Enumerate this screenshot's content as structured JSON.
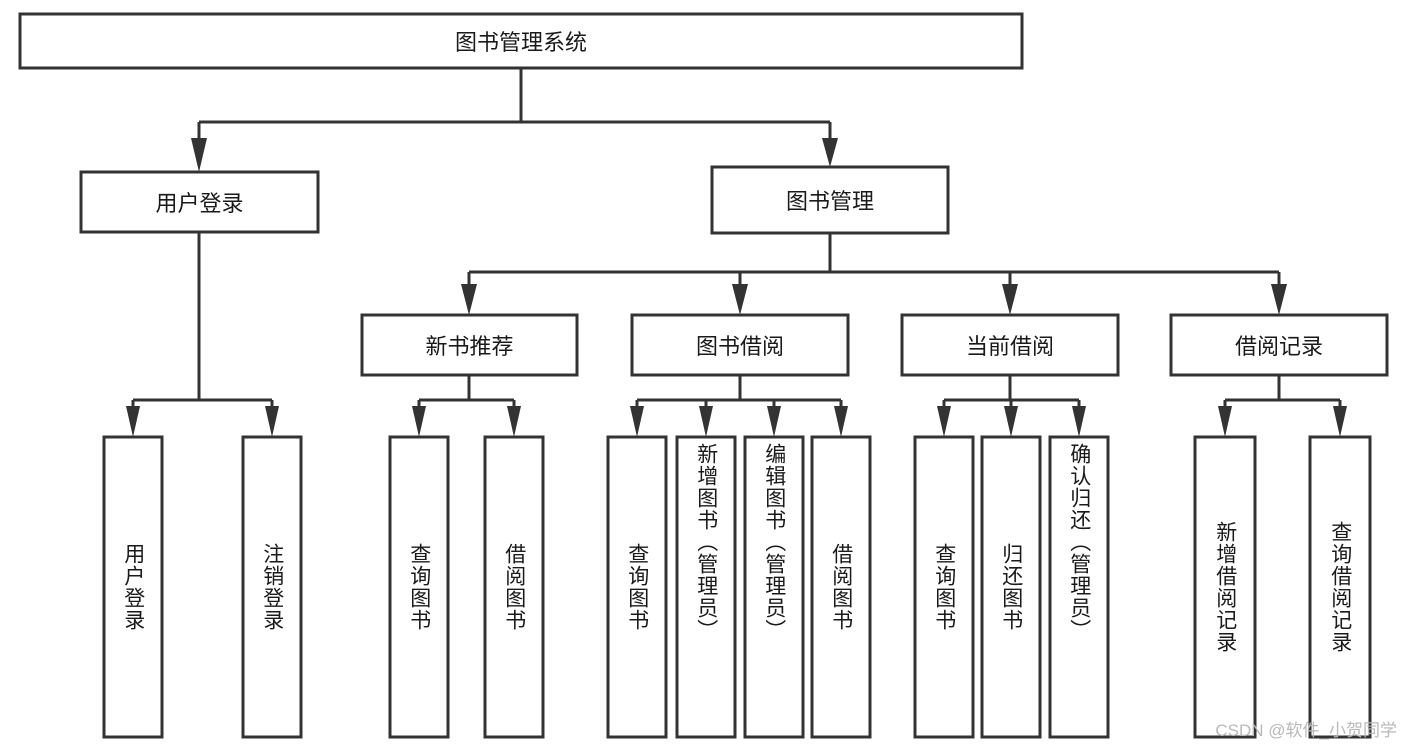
{
  "diagram": {
    "type": "tree-hierarchy",
    "title": "图书管理系统",
    "orientation": "top-down",
    "root": {
      "id": "root",
      "label": "图书管理系统"
    },
    "level1": [
      {
        "id": "user-login",
        "label": "用户登录"
      },
      {
        "id": "book-manage",
        "label": "图书管理"
      }
    ],
    "level2": [
      {
        "id": "new-book-rec",
        "label": "新书推荐",
        "parent": "book-manage"
      },
      {
        "id": "book-borrow",
        "label": "图书借阅",
        "parent": "book-manage"
      },
      {
        "id": "current-borrow",
        "label": "当前借阅",
        "parent": "book-manage"
      },
      {
        "id": "borrow-record",
        "label": "借阅记录",
        "parent": "book-manage"
      }
    ],
    "leaves": [
      {
        "id": "leaf-user-login",
        "label": "用户登录",
        "parent": "user-login"
      },
      {
        "id": "leaf-logout",
        "label": "注销登录",
        "parent": "user-login"
      },
      {
        "id": "leaf-query-book-1",
        "label": "查询图书",
        "parent": "new-book-rec"
      },
      {
        "id": "leaf-borrow-book-1",
        "label": "借阅图书",
        "parent": "new-book-rec"
      },
      {
        "id": "leaf-query-book-2",
        "label": "查询图书",
        "parent": "book-borrow"
      },
      {
        "id": "leaf-add-book",
        "label": "新增图书（管理员）",
        "parent": "book-borrow"
      },
      {
        "id": "leaf-edit-book",
        "label": "编辑图书（管理员）",
        "parent": "book-borrow"
      },
      {
        "id": "leaf-borrow-book-2",
        "label": "借阅图书",
        "parent": "book-borrow"
      },
      {
        "id": "leaf-query-book-3",
        "label": "查询图书",
        "parent": "current-borrow"
      },
      {
        "id": "leaf-return-book",
        "label": "归还图书",
        "parent": "current-borrow"
      },
      {
        "id": "leaf-confirm-return",
        "label": "确认归还（管理员）",
        "parent": "current-borrow"
      },
      {
        "id": "leaf-add-record",
        "label": "新增借阅记录",
        "parent": "borrow-record"
      },
      {
        "id": "leaf-query-record",
        "label": "查询借阅记录",
        "parent": "borrow-record"
      }
    ],
    "colors": {
      "stroke": "#333333",
      "fill": "#ffffff",
      "text": "#1a1a1a",
      "background": "#ffffff",
      "watermark": "#b9b9b9"
    }
  },
  "watermark": {
    "text": "CSDN @软件_小贺同学"
  }
}
